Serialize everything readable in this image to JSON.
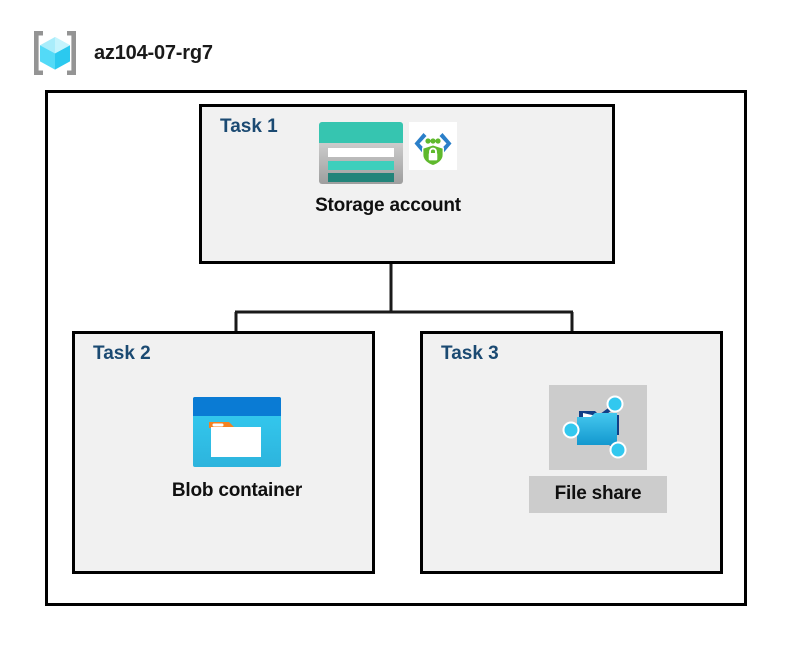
{
  "diagram": {
    "resource_group": {
      "icon": "azure-resource-group-icon",
      "name": "az104-07-rg7"
    },
    "tasks": [
      {
        "label": "Task 1",
        "node": {
          "icon": "azure-storage-account-icon",
          "secondary_icon": "secure-endpoint-shield-lock-icon",
          "caption": "Storage account",
          "highlighted": false
        }
      },
      {
        "label": "Task 2",
        "node": {
          "icon": "azure-blob-container-icon",
          "caption": "Blob container",
          "highlighted": false
        }
      },
      {
        "label": "Task 3",
        "node": {
          "icon": "azure-file-share-icon",
          "caption": "File share",
          "highlighted": true
        }
      }
    ],
    "connectors": [
      {
        "from": "Task 1",
        "to": "Task 2"
      },
      {
        "from": "Task 1",
        "to": "Task 3"
      }
    ],
    "colors": {
      "task_label": "#1b4a72",
      "box_fill": "#f1f1f1",
      "box_border": "#000000",
      "canvas": "#ffffff",
      "highlight": "#cccccc",
      "storage_teal": "#36c5b0",
      "storage_teal_dark": "#22847a",
      "blob_blue": "#0a7bd4",
      "blob_cyan": "#32c8ef",
      "blob_orange": "#f58220",
      "fileshare_blue": "#32bbe8",
      "shield_green": "#5fb92d",
      "rg_cube_cyan": "#7fe3fb",
      "rg_bracket_gray": "#949494"
    }
  }
}
